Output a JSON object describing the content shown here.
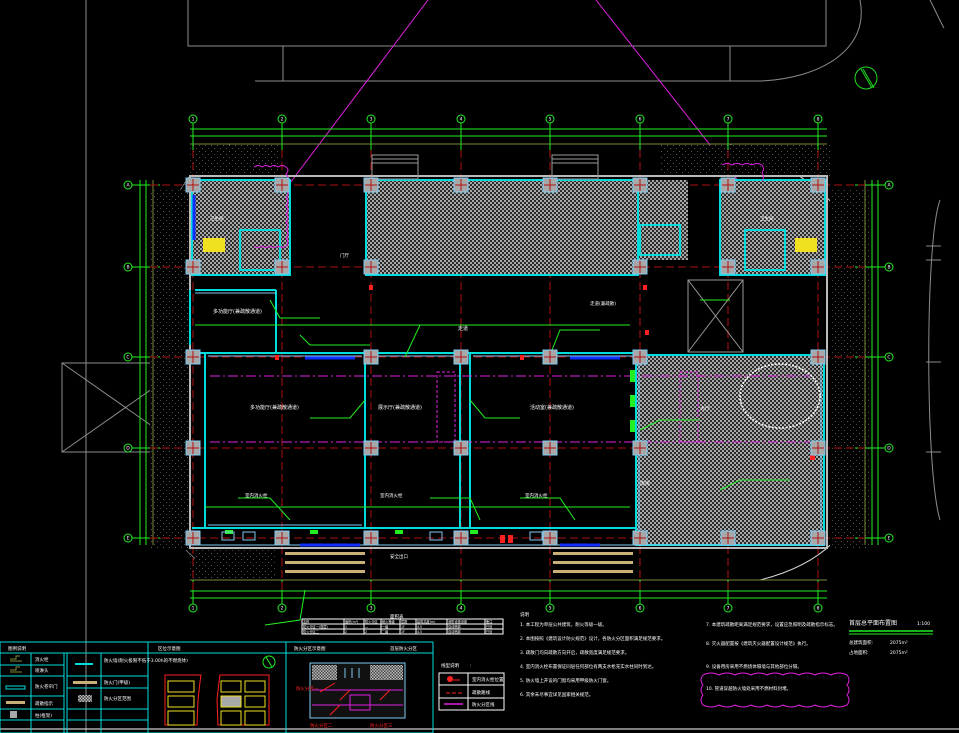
{
  "app": {
    "type": "CAD drawing viewer",
    "background": "#000000"
  },
  "drawing": {
    "title": "首层总平面布置图",
    "scale": "1:100",
    "area_labels": [
      {
        "label": "总建筑面积:",
        "value": "2075m²"
      },
      {
        "label": "占地面积:",
        "value": "2075m²"
      }
    ],
    "grid_axes": {
      "horizontal": [
        "1",
        "2",
        "3",
        "4",
        "5",
        "6",
        "7",
        "8"
      ],
      "vertical": [
        "A",
        "B",
        "C",
        "D",
        "E"
      ]
    },
    "rooms": [
      "卫生间",
      "楼梯间",
      "设备间",
      "门厅",
      "多功能厅(兼疏散通道)",
      "展示厅(兼疏散通道)",
      "活动室(兼疏散通道)",
      "大厅",
      "库房",
      "走道"
    ],
    "annotations": {
      "corridor_note": "走道(兼疏散)",
      "fire_hydrant_note": "室内消火栓",
      "exit_note": "安全出口"
    }
  },
  "legend_panel": {
    "title": "图例说明",
    "rows": [
      {
        "symbol": "fire-hydrant",
        "label": "消火栓"
      },
      {
        "symbol": "sprinkler",
        "label": "喷淋头"
      },
      {
        "symbol": "double-line",
        "label": "防火卷帘门"
      },
      {
        "symbol": "tan-bar",
        "label": "疏散指示"
      },
      {
        "symbol": "gray-square",
        "label": "柱(框架)"
      }
    ],
    "right_rows": [
      {
        "symbol": "cyan-line",
        "label": "防火墙(耐火极限不低于3.00h的不燃烧体)"
      },
      {
        "symbol": "tan-bar",
        "label": "防火门(甲级)"
      },
      {
        "symbol": "hatch",
        "label": "防火分区范围"
      }
    ]
  },
  "key_plan": {
    "title": "区位示意图",
    "north_arrow": "N"
  },
  "fire_zone_plan": {
    "title": "防火分区示意图",
    "subtitle": "首层防火分区",
    "labels": [
      "防火分区一",
      "防火分区二",
      "防火分区三"
    ]
  },
  "schedule_table": {
    "title": "面积表",
    "headers": [
      "名称",
      "面积(m²)",
      "防火分区",
      "耐火等级",
      "层数",
      "建筑高度(m)",
      "消防设施设置",
      "备注"
    ],
    "rows": [
      [
        "防火分区一(首层)",
        "1",
        "—",
        "一级",
        "1F",
        "4.5",
        "自动喷淋",
        "已设"
      ],
      [
        "防火分区二",
        "2",
        "2",
        "二级",
        "1F",
        "4.5",
        "自动喷淋",
        "已设"
      ]
    ]
  },
  "line_legend": {
    "title": "线型说明",
    "separator": ":",
    "rows": [
      {
        "symbol": "red-hydrant",
        "label": "室内消火栓位置"
      },
      {
        "symbol": "red-dashed",
        "label": "疏散路线"
      },
      {
        "symbol": "magenta-line",
        "label": "防火分区线"
      }
    ]
  },
  "notes": {
    "title": "说明",
    "items": [
      "1. 本工程为单层公共建筑，耐火等级一级。",
      "2. 本图按照《建筑设计防火规范》设计，各防火分区面积满足规范要求。",
      "3. 疏散门均向疏散方向开启，疏散宽度满足规范要求。",
      "4. 室内消火栓布置保证同层任何部位有两支水枪充实水柱同时到达。",
      "5. 防火墙上开设的门窗均采用甲级防火门窗。",
      "6. 其余未尽事宜详见国家相关规范。"
    ],
    "right_items": [
      "7. 本建筑疏散距离满足规范要求，设置应急照明及疏散指示标志。",
      "8. 灭火器配置按《建筑灭火器配置设计规范》执行。",
      "9. 设备用房采用不燃烧体隔墙与其他部位分隔。",
      "10. 管道穿越防火墙处采用不燃材料封堵。"
    ]
  }
}
